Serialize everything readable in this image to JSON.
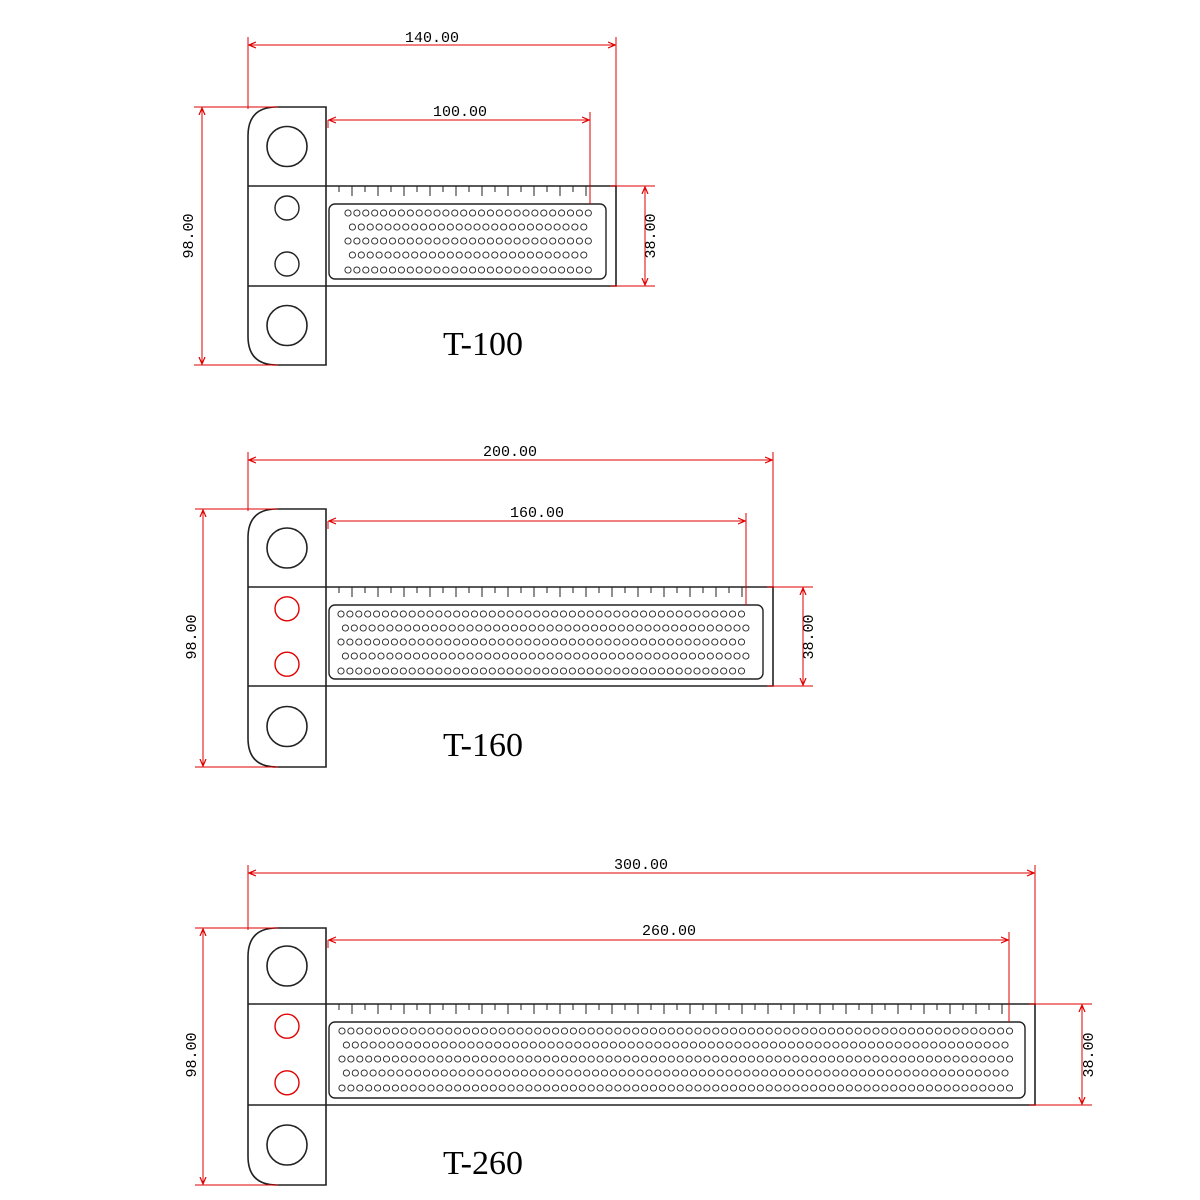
{
  "colors": {
    "outline": "#222222",
    "dimension": "#e00000",
    "inner_hole_red": "#e00000",
    "background": "#ffffff"
  },
  "drawings": [
    {
      "model": "T-100",
      "overall_length": "140.00",
      "scale_length": "100.00",
      "height": "98.00",
      "blade_width": "38.00",
      "inner_holes_highlighted": false
    },
    {
      "model": "T-160",
      "overall_length": "200.00",
      "scale_length": "160.00",
      "height": "98.00",
      "blade_width": "38.00",
      "inner_holes_highlighted": true
    },
    {
      "model": "T-260",
      "overall_length": "300.00",
      "scale_length": "260.00",
      "height": "98.00",
      "blade_width": "38.00",
      "inner_holes_highlighted": true
    }
  ]
}
